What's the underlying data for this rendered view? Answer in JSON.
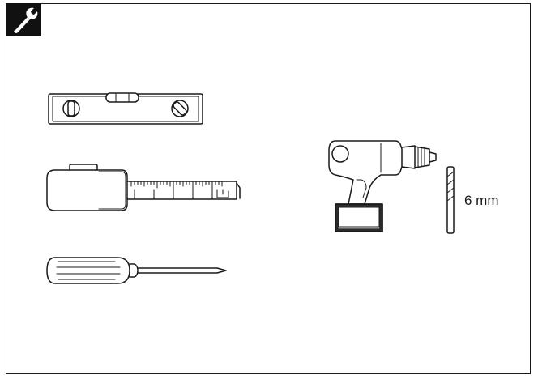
{
  "section_icon": "wrench-icon",
  "tools": [
    {
      "name": "spirit-level"
    },
    {
      "name": "tape-measure"
    },
    {
      "name": "screwdriver"
    },
    {
      "name": "cordless-drill"
    },
    {
      "name": "drill-bit"
    }
  ],
  "drill_bit": {
    "size_label": "6 mm"
  },
  "colors": {
    "line": "#1a1a1a",
    "badge": "#111111",
    "background": "#ffffff"
  }
}
